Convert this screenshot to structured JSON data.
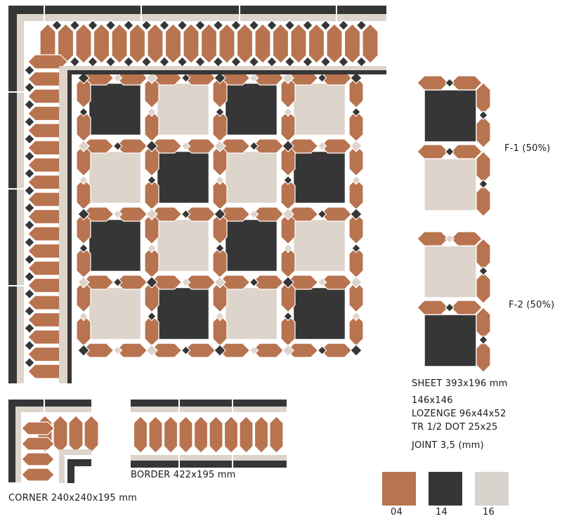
{
  "colors": {
    "terracotta": "#b8734f",
    "black": "#363636",
    "cream": "#ddd4cb",
    "white": "#ffffff",
    "swatch16": "#d7d3cc"
  },
  "labels": {
    "f1": "F-1 (50%)",
    "f2": "F-2 (50%)",
    "sheet": "SHEET 393x196 mm",
    "size": "146x146",
    "lozenge": "LOZENGE 96x44x52",
    "tr": "TR 1/2 DOT 25x25",
    "joint": "JOINT 3,5 (mm)",
    "border": "BORDER 422x195 mm",
    "corner": "CORNER 240x240x195 mm"
  },
  "swatches": [
    {
      "code": "04",
      "color": "#b8734f"
    },
    {
      "code": "14",
      "color": "#363636"
    },
    {
      "code": "16",
      "color": "#d7d3cc"
    }
  ],
  "pattern": [
    [
      "black",
      "cream",
      "black",
      "cream"
    ],
    [
      "cream",
      "black",
      "cream",
      "black"
    ],
    [
      "black",
      "cream",
      "black",
      "cream"
    ],
    [
      "cream",
      "black",
      "cream",
      "black"
    ]
  ]
}
